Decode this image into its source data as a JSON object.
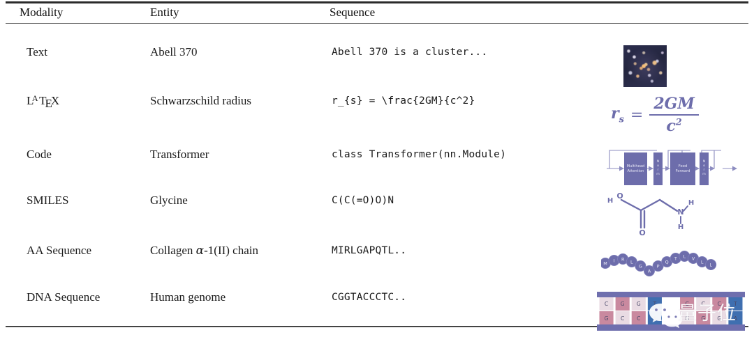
{
  "table": {
    "headers": {
      "modality": "Modality",
      "entity": "Entity",
      "sequence": "Sequence",
      "visual": ""
    },
    "rows": [
      {
        "modality": "Text",
        "entity": "Abell 370",
        "sequence": "Abell 370 is a cluster...",
        "visual_kind": "galaxy-image",
        "visual_name": "abell-370-galaxy-cluster-thumbnail"
      },
      {
        "modality": "LaTeX",
        "modality_parts": {
          "l": "L",
          "a": "A",
          "t": "T",
          "e": "E",
          "x": "X"
        },
        "entity": "Schwarzschild radius",
        "sequence": "r_{s} = \\frac{2GM}{c^2}",
        "visual_kind": "rendered-formula",
        "visual_name": "schwarzschild-radius-formula",
        "formula": {
          "lhs": "r",
          "lhs_sub": "s",
          "equals": "=",
          "numerator": "2GM",
          "denominator_base": "c",
          "denominator_exp": "2"
        }
      },
      {
        "modality": "Code",
        "entity": "Transformer",
        "sequence": "class Transformer(nn.Module)",
        "visual_kind": "transformer-diagram",
        "visual_name": "transformer-block-diagram",
        "diagram": {
          "blocks": [
            "Multihead Attention",
            "Norm",
            "Feed Forward",
            "Norm"
          ]
        }
      },
      {
        "modality": "SMILES",
        "entity": "Glycine",
        "sequence": "C(C(=O)O)N",
        "visual_kind": "molecule-structure",
        "visual_name": "glycine-structure-diagram",
        "molecule": {
          "atoms": [
            "H",
            "O",
            "O",
            "N",
            "H",
            "H"
          ]
        }
      },
      {
        "modality": "AA Sequence",
        "entity_prefix": "Collagen ",
        "entity_alpha": "α",
        "entity_suffix": "-1(II) chain",
        "entity": "Collagen α-1(II) chain",
        "sequence": "MIRLGAPQTL..",
        "visual_kind": "amino-acid-chain",
        "visual_name": "amino-acid-bead-chain",
        "beads": [
          "M",
          "I",
          "R",
          "L",
          "G",
          "A",
          "P",
          "Q",
          "T",
          "L",
          "V",
          "L",
          "L"
        ]
      },
      {
        "modality": "DNA Sequence",
        "entity": "Human genome",
        "sequence": "CGGTACCCTC..",
        "visual_kind": "dna-ladder",
        "visual_name": "dna-double-helix-ladder",
        "dna": {
          "top": [
            "C",
            "G",
            "G",
            "T",
            "",
            "C",
            "C",
            "C",
            "T"
          ],
          "bottom": [
            "G",
            "C",
            "C",
            "A",
            "",
            "G",
            "G",
            "G",
            "A"
          ]
        }
      }
    ]
  },
  "watermark": {
    "text": "量子位",
    "logo": "wechat-logo"
  },
  "colors": {
    "accent_purple": "#6d6dab",
    "rule": "#2b2b2b",
    "dna_pink": "#c9899f",
    "dna_blue": "#3f6fb0",
    "dna_bar": "#6f6fae",
    "text": "#1a1a1a"
  }
}
